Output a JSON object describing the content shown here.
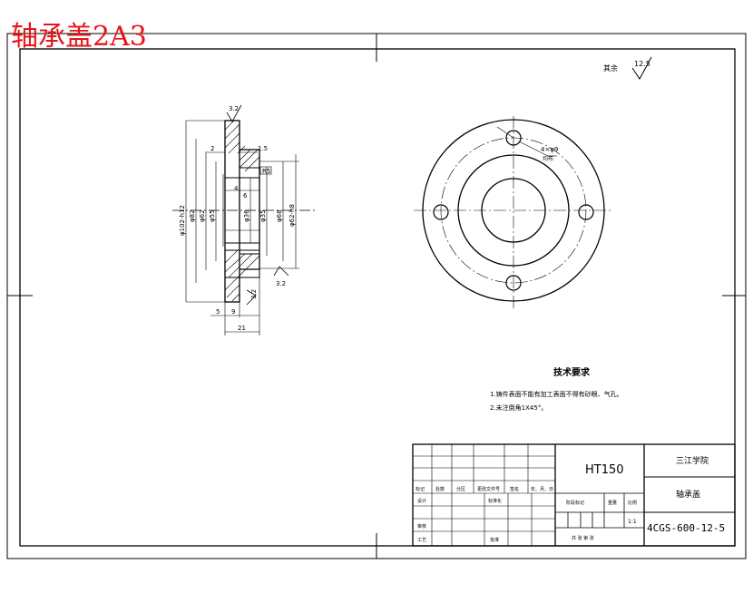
{
  "header_title": "轴承盖2A3",
  "colors": {
    "title": "#e8141b",
    "line": "#000000",
    "paper": "#ffffff"
  },
  "roughness_note": {
    "label": "其余",
    "value": "12.5"
  },
  "section_view": {
    "dims": {
      "rough_top": "3.2",
      "rough_right": "3.2",
      "rough_bottom": "3.2",
      "d_2": "2",
      "d_1_5": "1.5",
      "d_4": "4",
      "d_r5": "R5",
      "d_6": "6",
      "d_phi102": "φ102-h12",
      "d_phi82": "φ82",
      "d_phi62": "φ62",
      "d_phi55": "φ55",
      "d_phi36": "φ36",
      "d_phi35": "φ35",
      "d_phi68": "φ68",
      "d_phi62h": "φ62-h8",
      "d_5": "5",
      "d_9": "9",
      "d_21": "21"
    }
  },
  "front_view": {
    "hole_note": "4×φ9",
    "hole_sub": "均布"
  },
  "tech_requirements": {
    "title": "技术要求",
    "items": [
      "1.铸件表面不能有加工表面不得有砂眼、气孔。",
      "2.未注倒角1X45°。"
    ]
  },
  "title_block": {
    "material": "HT150",
    "school": "三江学院",
    "part_name": "轴承盖",
    "drawing_no": "4CGS-600-12-5",
    "scale": "1:1",
    "headers": [
      "标记",
      "处数",
      "分区",
      "更改文件号",
      "签名",
      "年、月、日"
    ],
    "designer": "设计",
    "standard": "标准化",
    "stage_mark": "阶段标记",
    "weight": "重量",
    "ratio": "比例",
    "review": "审核",
    "process": "工艺",
    "approve": "批准",
    "sheets": "共   张   第   张"
  }
}
